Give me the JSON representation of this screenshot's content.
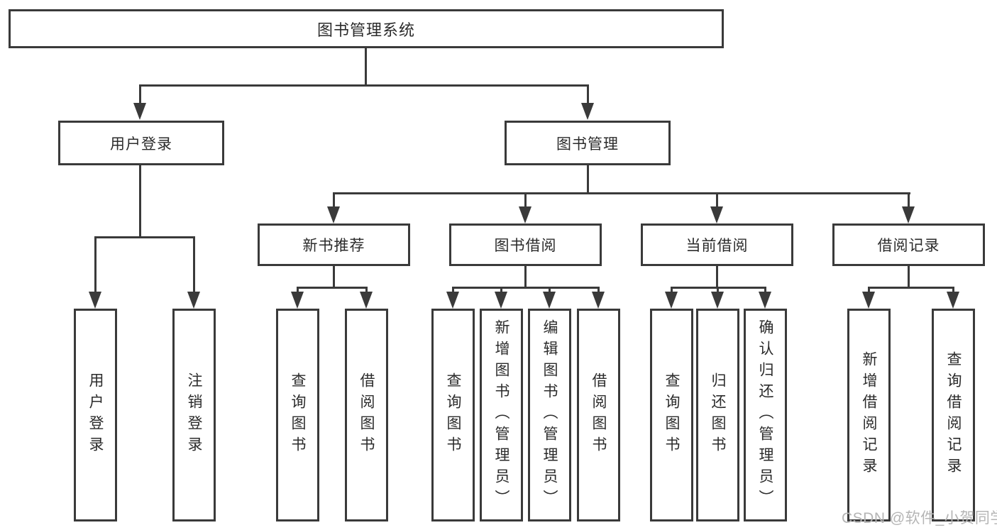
{
  "diagram": {
    "type": "hierarchy-tree",
    "root": {
      "label": "图书管理系统"
    },
    "level2": [
      {
        "id": "user-login",
        "label": "用户登录"
      },
      {
        "id": "book-management",
        "label": "图书管理"
      }
    ],
    "level3": [
      {
        "id": "new-book-recommend",
        "label": "新书推荐"
      },
      {
        "id": "book-borrow",
        "label": "图书借阅"
      },
      {
        "id": "current-borrow",
        "label": "当前借阅"
      },
      {
        "id": "borrow-records",
        "label": "借阅记录"
      }
    ],
    "leaves": {
      "user_login": [
        "用户登录",
        "注销登录"
      ],
      "new_book_recommend": [
        "查询图书",
        "借阅图书"
      ],
      "book_borrow": [
        "查询图书",
        "新增图书（管理员）",
        "编辑图书（管理员）",
        "借阅图书"
      ],
      "current_borrow": [
        "查询图书",
        "归还图书",
        "确认归还（管理员）"
      ],
      "borrow_records": [
        "新增借阅记录",
        "查询借阅记录"
      ]
    }
  },
  "watermark": {
    "text": "CSDN @软件_小贺同学",
    "color": "#b5b5b5"
  },
  "colors": {
    "line": "#3a3a3a",
    "text": "#2b2b2b",
    "background": "#ffffff"
  }
}
